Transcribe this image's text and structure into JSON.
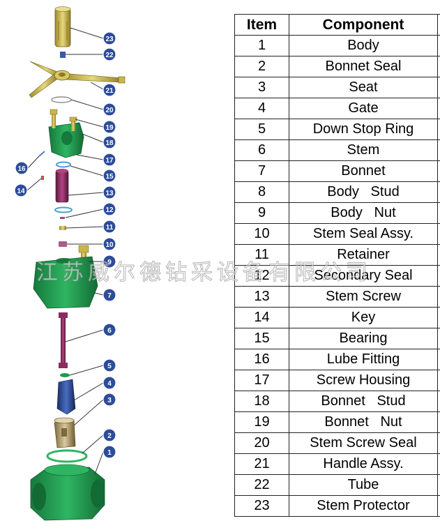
{
  "table": {
    "headers": [
      "Item",
      "Component",
      ""
    ],
    "rows": [
      {
        "item": "1",
        "component": "Body"
      },
      {
        "item": "2",
        "component": "Bonnet Seal"
      },
      {
        "item": "3",
        "component": "Seat"
      },
      {
        "item": "4",
        "component": "Gate"
      },
      {
        "item": "5",
        "component": "Down Stop Ring"
      },
      {
        "item": "6",
        "component": "Stem"
      },
      {
        "item": "7",
        "component": "Bonnet"
      },
      {
        "item": "8",
        "component": "Body   Stud"
      },
      {
        "item": "9",
        "component": "Body   Nut"
      },
      {
        "item": "10",
        "component": "Stem Seal Assy."
      },
      {
        "item": "11",
        "component": "Retainer"
      },
      {
        "item": "12",
        "component": "Secondary Seal"
      },
      {
        "item": "13",
        "component": "Stem Screw"
      },
      {
        "item": "14",
        "component": "Key"
      },
      {
        "item": "15",
        "component": "Bearing"
      },
      {
        "item": "16",
        "component": "Lube Fitting"
      },
      {
        "item": "17",
        "component": "Screw Housing"
      },
      {
        "item": "18",
        "component": "Bonnet   Stud"
      },
      {
        "item": "19",
        "component": "Bonnet   Nut"
      },
      {
        "item": "20",
        "component": "Stem Screw Seal"
      },
      {
        "item": "21",
        "component": "Handle Assy."
      },
      {
        "item": "22",
        "component": "Tube"
      },
      {
        "item": "23",
        "component": "Stem Protector"
      }
    ]
  },
  "callouts": [
    "23",
    "22",
    "21",
    "20",
    "19",
    "18",
    "17",
    "16",
    "15",
    "14",
    "13",
    "12",
    "11",
    "10",
    "9",
    "7",
    "6",
    "5",
    "4",
    "3",
    "2",
    "1"
  ],
  "watermark": "江苏威尔德钻采设备有限公司",
  "colors": {
    "green_part": "#1f9a4f",
    "brass_part": "#c9b54a",
    "purple_part": "#8a2b5f",
    "blue_part": "#2c4f9c",
    "callout_fill": "#2d4c9a"
  }
}
